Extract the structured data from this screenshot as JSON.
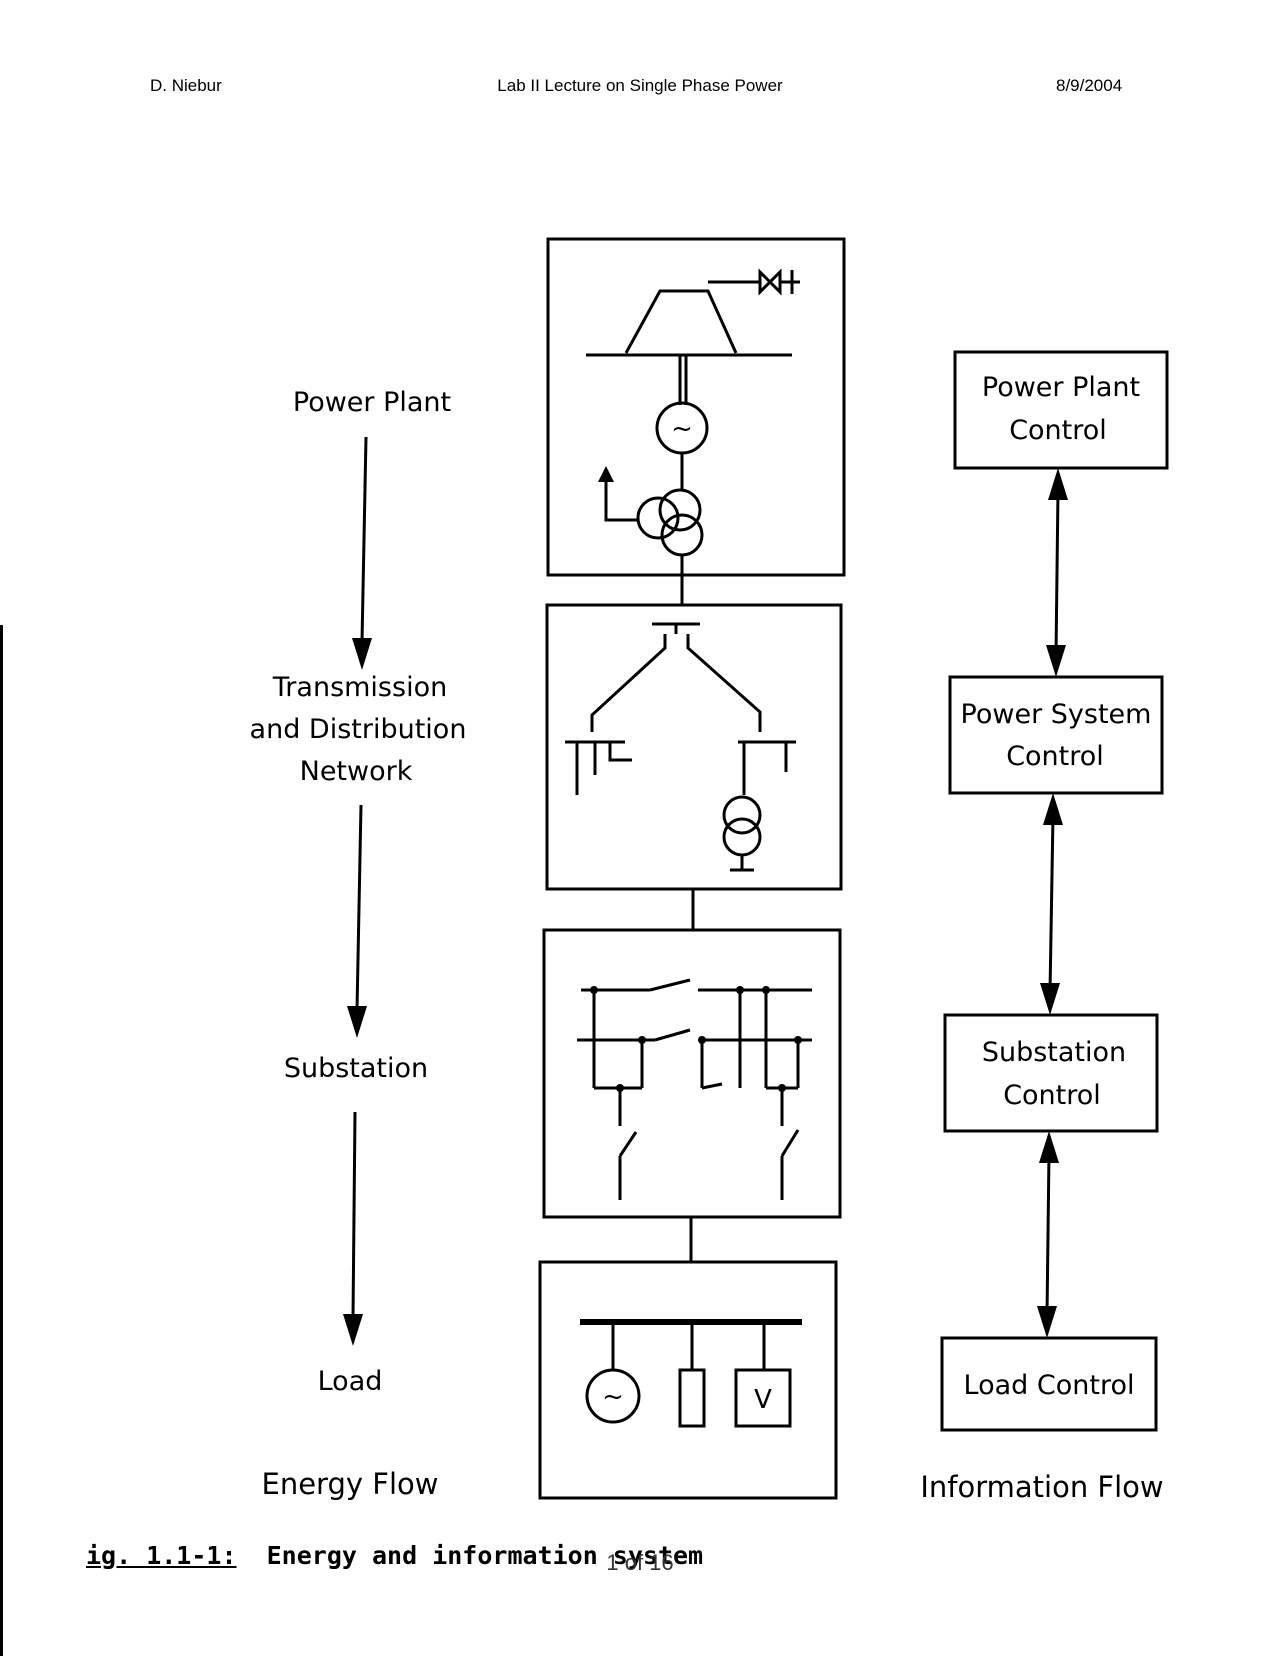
{
  "header": {
    "author": "D. Niebur",
    "title": "Lab II Lecture on Single Phase Power",
    "date": "8/9/2004"
  },
  "energy_labels": {
    "power_plant": "Power Plant",
    "transmission_1": "Transmission",
    "transmission_2": "and Distribution",
    "transmission_3": "Network",
    "substation": "Substation",
    "load": "Load",
    "flow_title": "Energy Flow"
  },
  "info_boxes": {
    "power_plant_1": "Power Plant",
    "power_plant_2": "Control",
    "power_system_1": "Power System",
    "power_system_2": "Control",
    "substation_1": "Substation",
    "substation_2": "Control",
    "load": "Load Control",
    "flow_title": "Information Flow"
  },
  "symbols": {
    "generator": "~",
    "voltmeter": "V"
  },
  "caption": {
    "figure": "ig. 1.1-1:",
    "text": "Energy and information system"
  },
  "page": "1 of 16"
}
